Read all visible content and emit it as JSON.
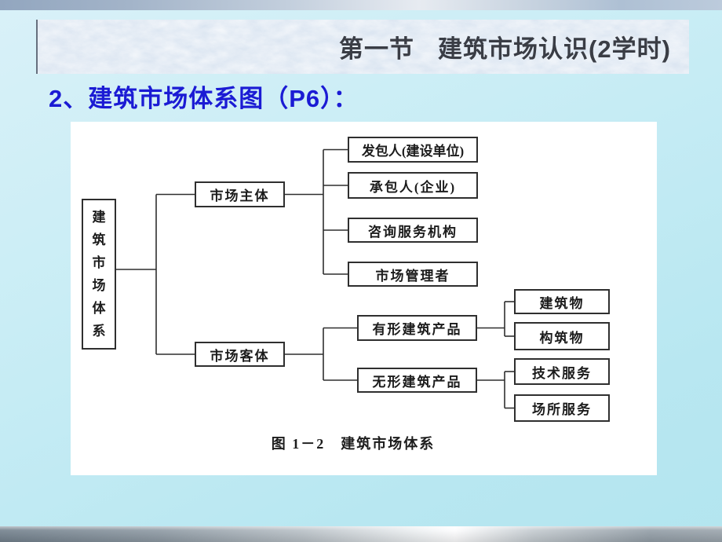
{
  "header": {
    "section": "第一节",
    "title": "建筑市场认识(2学时)"
  },
  "subtitle": "2、建筑市场体系图（P6）：",
  "diagram": {
    "root": {
      "label_vertical": "建\n筑\n市\n场\n体\n系",
      "label": "建筑市场体系"
    },
    "level1": [
      "市场主体",
      "市场客体"
    ],
    "subject_children": [
      "发包人(建设单位)",
      "承包人(企业)",
      "咨询服务机构",
      "市场管理者"
    ],
    "object_children": [
      "有形建筑产品",
      "无形建筑产品"
    ],
    "tangible_children": [
      "建筑物",
      "构筑物"
    ],
    "intangible_children": [
      "技术服务",
      "场所服务"
    ],
    "caption": "图 1－2　建筑市场体系"
  },
  "colors": {
    "subtitle_blue": "#1b1bd4",
    "background_cyan": "#c9edf5",
    "band_blue": "#dbe5f1",
    "line_dark": "#2f2f2f"
  }
}
